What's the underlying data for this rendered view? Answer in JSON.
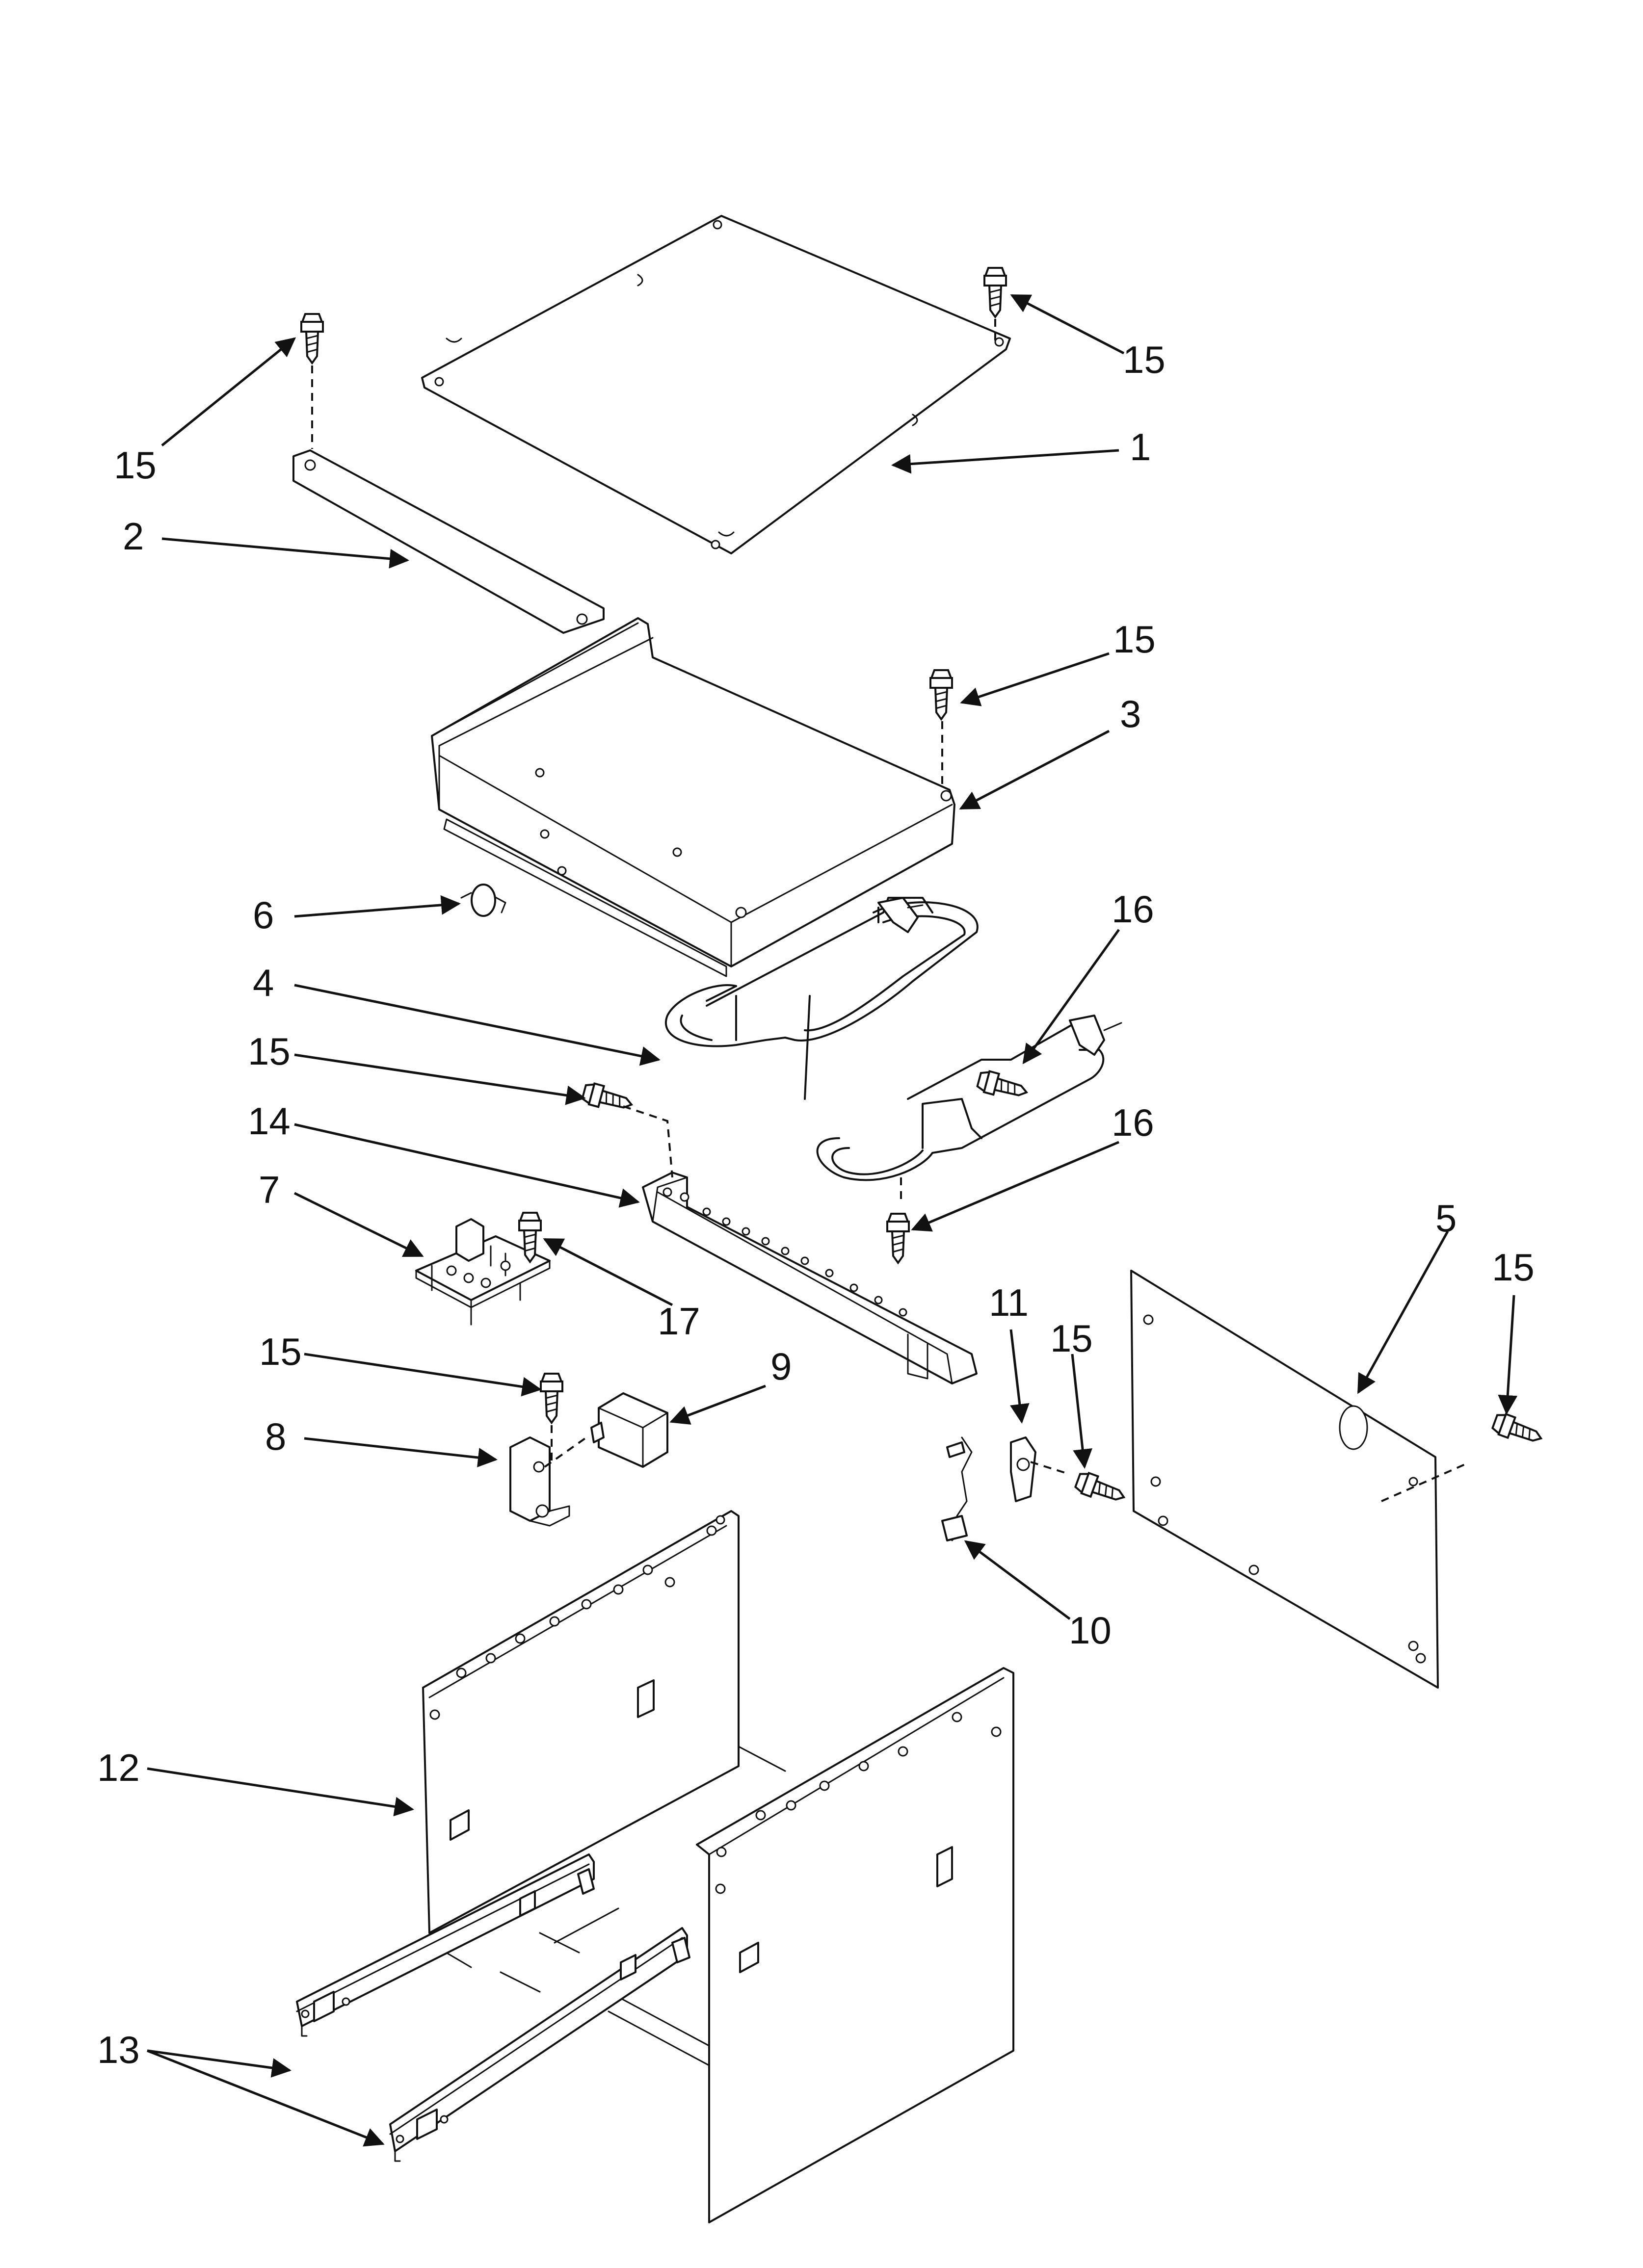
{
  "callouts": {
    "c1": "1",
    "c2": "2",
    "c3": "3",
    "c4": "4",
    "c5": "5",
    "c6": "6",
    "c7": "7",
    "c8": "8",
    "c9": "9",
    "c10": "10",
    "c11": "11",
    "c12": "12",
    "c13": "13",
    "c14": "14",
    "c15a": "15",
    "c15b": "15",
    "c15c": "15",
    "c15d": "15",
    "c15e": "15",
    "c15f": "15",
    "c15g": "15",
    "c16a": "16",
    "c16b": "16",
    "c17": "17"
  }
}
